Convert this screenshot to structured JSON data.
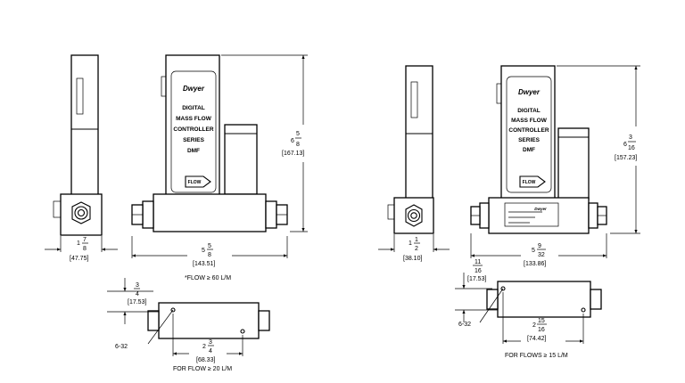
{
  "label_panel": {
    "brand": "Dwyer",
    "lines": [
      "DIGITAL",
      "MASS FLOW",
      "CONTROLLER",
      "SERIES",
      "DMF"
    ],
    "flow_arrow": "FLOW"
  },
  "left_drawing": {
    "height_whole": "6",
    "height_num": "5",
    "height_den": "8",
    "height_mm": "[167.13]",
    "side_whole": "1",
    "side_num": "7",
    "side_den": "8",
    "side_mm": "[47.75]",
    "length_whole": "5",
    "length_num": "5",
    "length_den": "8",
    "length_mm": "[143.51]",
    "flow_note": "*FLOW ≥ 60 L/M",
    "bottom": {
      "height_num": "3",
      "height_den": "4",
      "height_mm": "[17.53]",
      "thread": "6-32",
      "length_whole": "2",
      "length_num": "3",
      "length_den": "4",
      "length_mm": "[68.33]",
      "caption": "FOR FLOW ≥ 20 L/M"
    }
  },
  "right_drawing": {
    "height_whole": "6",
    "height_num": "3",
    "height_den": "16",
    "height_mm": "[157.23]",
    "side_whole": "1",
    "side_num": "1",
    "side_den": "2",
    "side_mm": "[38.10]",
    "length_whole": "5",
    "length_num": "9",
    "length_den": "32",
    "length_mm": "[133.86]",
    "bottom": {
      "height_num": "11",
      "height_den": "16",
      "height_mm": "[17.53]",
      "thread": "6-32",
      "length_whole": "2",
      "length_num": "15",
      "length_den": "16",
      "length_mm": "[74.42]",
      "caption": "FOR FLOWS ≥ 15 L/M"
    }
  }
}
